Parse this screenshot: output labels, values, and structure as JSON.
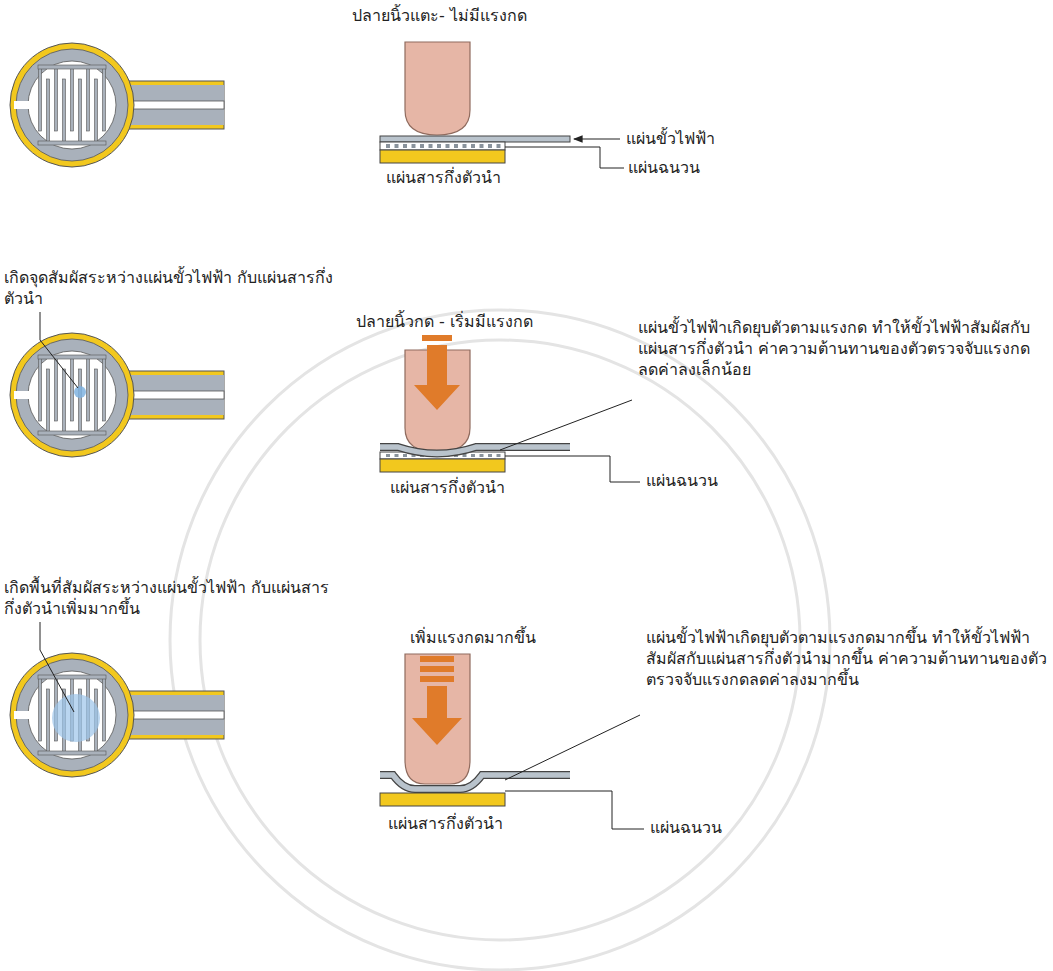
{
  "diagram": {
    "labels": [
      "ปลายนิ้วแตะ- ไม่มีแรงกด",
      "แผ่นขั้วไฟฟ้า",
      "แผ่นฉนวน",
      "แผ่นสารกึ่งตัวนำ",
      "เกิดจุดสัมผัสระหว่างแผ่นขั้วไฟฟ้า กับแผ่นสารกึ่งตัวนำ",
      "ปลายนิ้วกด - เริ่มมีแรงกด",
      "แผ่นขั้วไฟฟ้าเกิดยุบตัวตามแรงกด ทำให้ขั้วไฟฟ้าสัมผัสกับแผ่นสารกึ่งตัวนำ ค่าความต้านทานของตัวตรวจจับแรงกด ลดค่าลงเล็กน้อย",
      "แผ่นฉนวน",
      "แผ่นสารกึ่งตัวนำ",
      "เกิดพื้นที่สัมผัสระหว่างแผ่นขั้วไฟฟ้า กับแผ่นสารกึ่งตัวนำเพิ่มมากขึ้น",
      "เพิ่มแรงกดมากขึ้น",
      "แผ่นขั้วไฟฟ้าเกิดยุบตัวตามแรงกดมากขึ้น ทำให้ขั้วไฟฟ้าสัมผัสกับแผ่นสารกึ่งตัวนำมากขึ้น ค่าความต้านทานของตัวตรวจจับแรงกดลดค่าลงมากขึ้น",
      "แผ่นฉนวน",
      "แผ่นสารกึ่งตัวนำ"
    ]
  }
}
